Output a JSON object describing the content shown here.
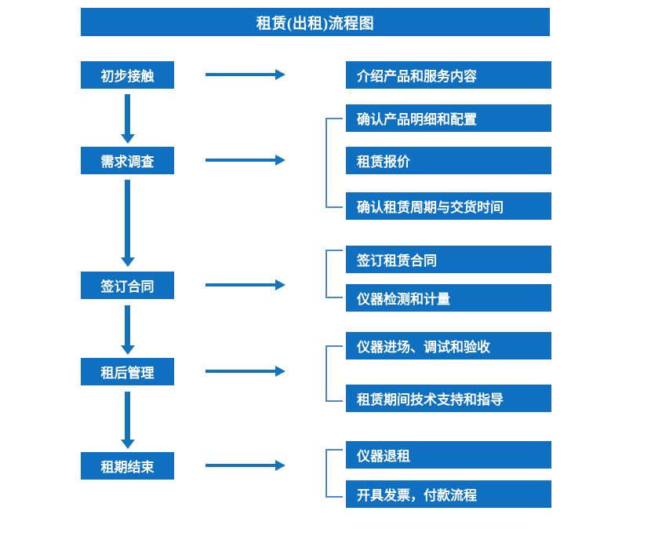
{
  "chart_data": {
    "type": "diagram",
    "title": "租赁(出租)流程图",
    "accent_color": "#0f6fc0",
    "arrow_color": "#1573bc",
    "bracket_color": "#4a87c4",
    "text_color": "#ffffff",
    "background": "#ffffff",
    "orientation": "top-to-bottom with right-side detail branches",
    "stages": [
      {
        "id": "stage-1",
        "label": "初步接触",
        "details": [
          "介绍产品和服务内容"
        ],
        "bracket": false
      },
      {
        "id": "stage-2",
        "label": "需求调查",
        "details": [
          "确认产品明细和配置",
          "租赁报价",
          "确认租赁周期与交货时间"
        ],
        "bracket": true
      },
      {
        "id": "stage-3",
        "label": "签订合同",
        "details": [
          "签订租赁合同",
          "仪器检测和计量"
        ],
        "bracket": true
      },
      {
        "id": "stage-4",
        "label": "租后管理",
        "details": [
          "仪器进场、调试和验收",
          "租赁期间技术支持和指导"
        ],
        "bracket": true
      },
      {
        "id": "stage-5",
        "label": "租期结束",
        "details": [
          "仪器退租",
          "开具发票，付款流程"
        ],
        "bracket": true
      }
    ],
    "icons": {
      "down_arrow": "down-arrow-icon",
      "right_arrow": "right-arrow-icon",
      "bracket": "group-bracket-icon"
    }
  },
  "title": {
    "text": "租赁(出租)流程图"
  },
  "stages": [
    {
      "label": "初步接触"
    },
    {
      "label": "需求调查"
    },
    {
      "label": "签订合同"
    },
    {
      "label": "租后管理"
    },
    {
      "label": "租期结束"
    }
  ],
  "details": [
    {
      "label": "介绍产品和服务内容"
    },
    {
      "label": "确认产品明细和配置"
    },
    {
      "label": "租赁报价"
    },
    {
      "label": "确认租赁周期与交货时间"
    },
    {
      "label": "签订租赁合同"
    },
    {
      "label": "仪器检测和计量"
    },
    {
      "label": "仪器进场、调试和验收"
    },
    {
      "label": "租赁期间技术支持和指导"
    },
    {
      "label": "仪器退租"
    },
    {
      "label": "开具发票，付款流程"
    }
  ]
}
